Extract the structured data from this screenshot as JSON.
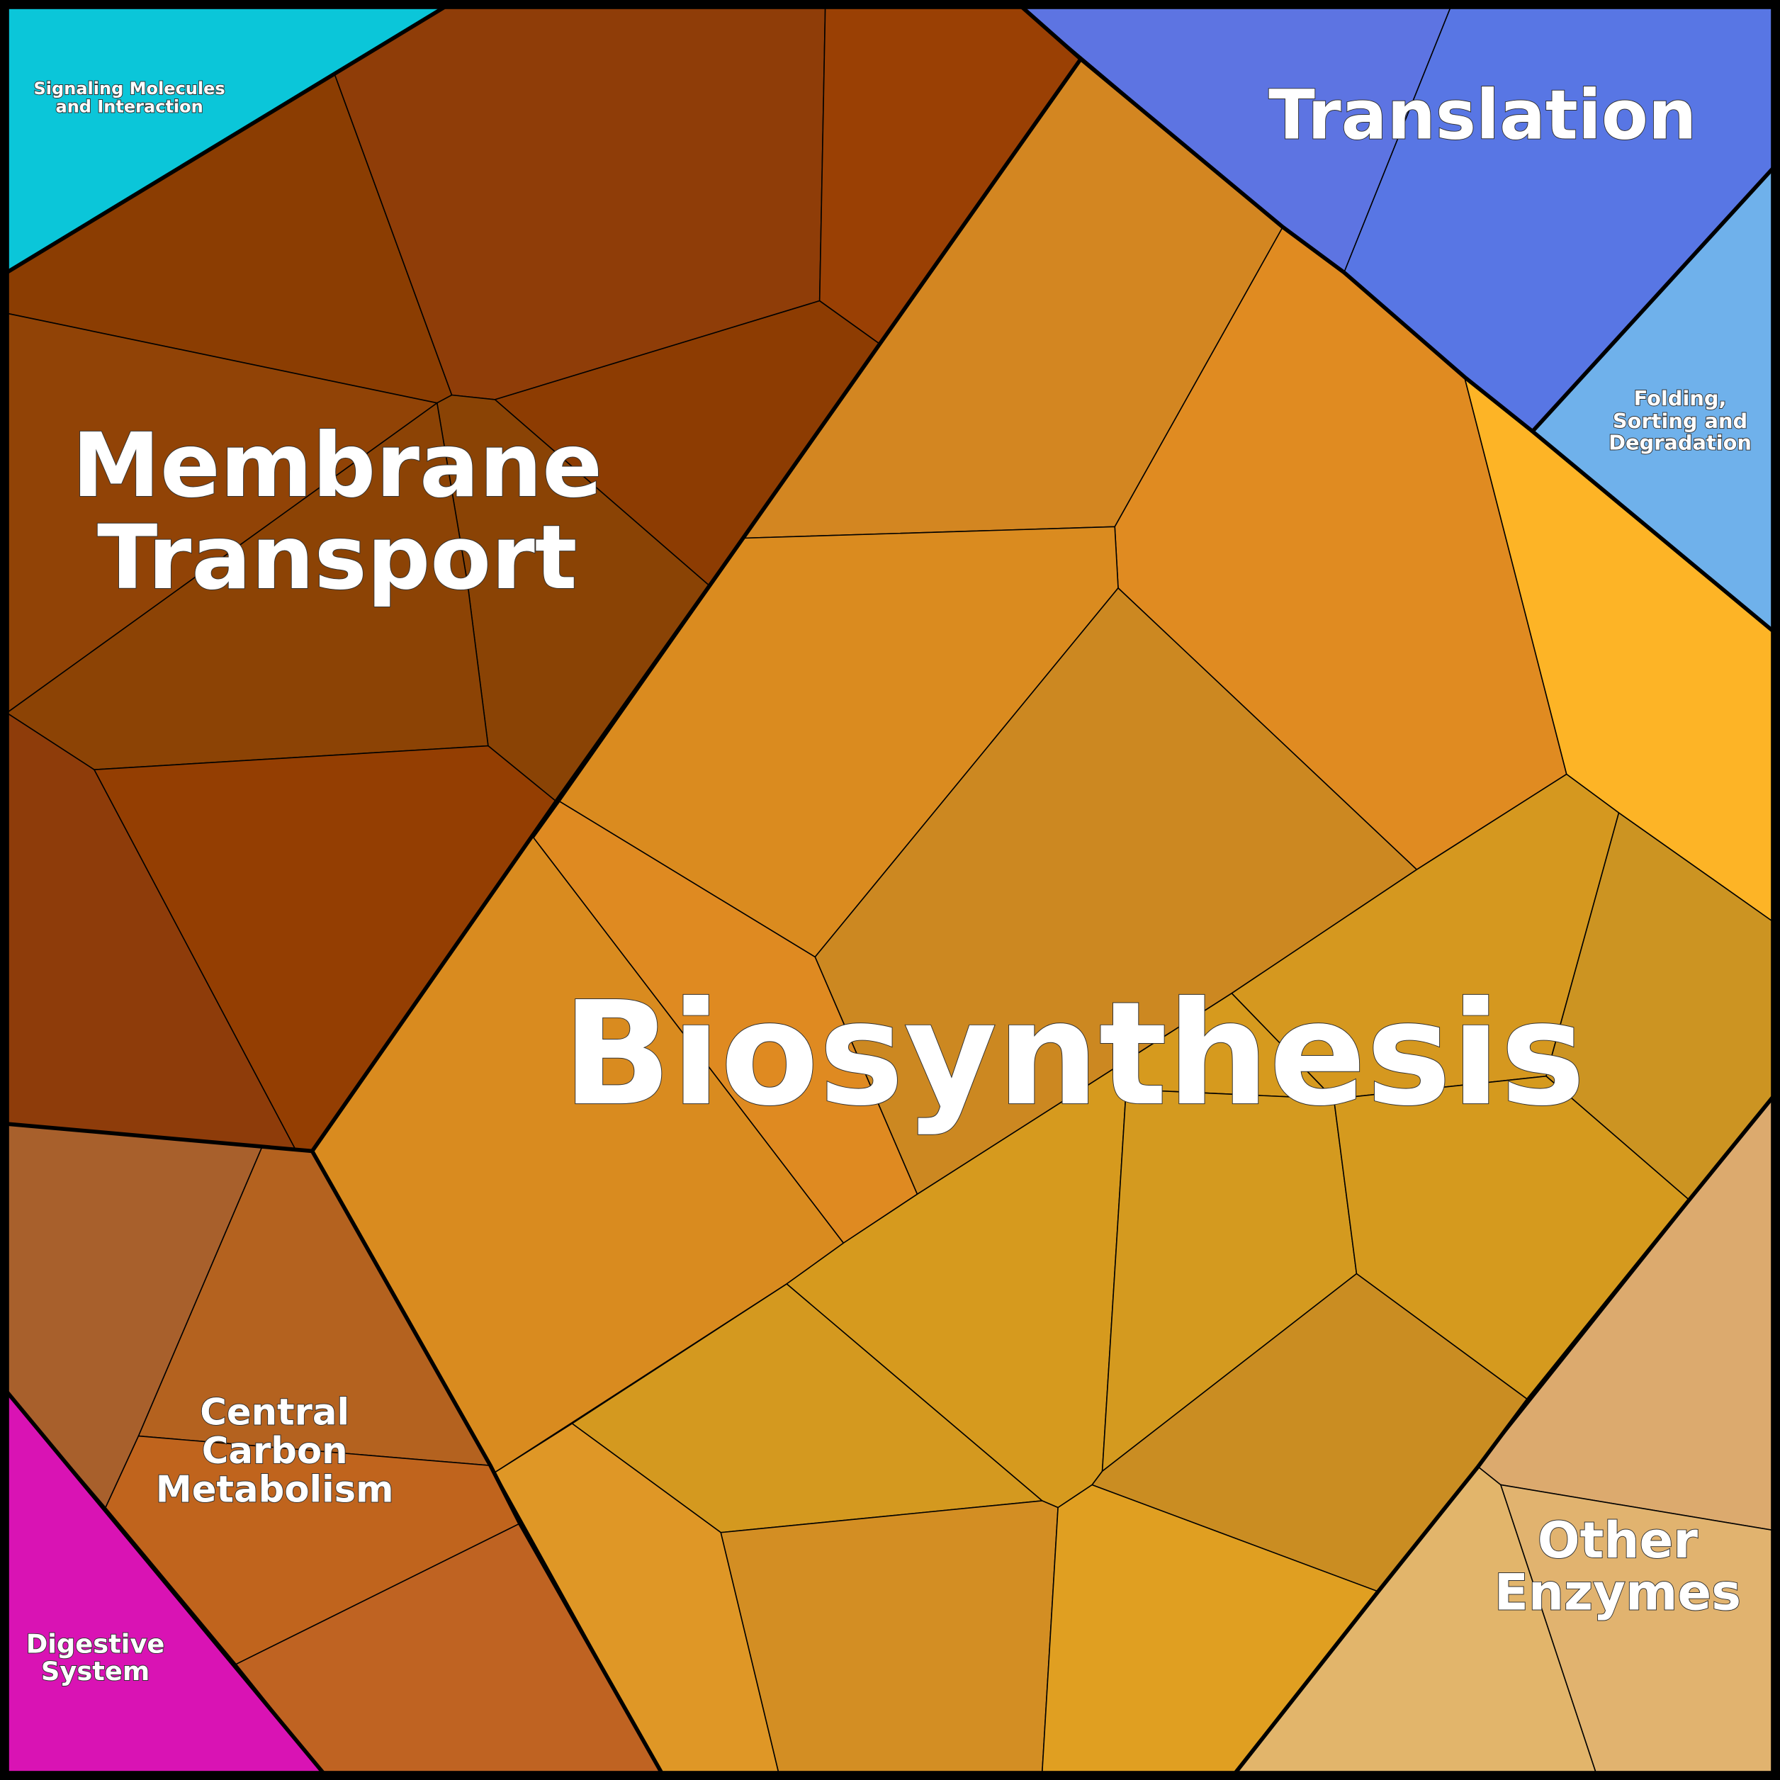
{
  "chart_data": {
    "type": "voronoi-treemap",
    "title": "",
    "groups": [
      {
        "name": "Biosynthesis",
        "color": "#d98a20",
        "relative_area": "largest"
      },
      {
        "name": "Membrane Transport",
        "color": "#8b3f03",
        "relative_area": "large"
      },
      {
        "name": "Central Carbon Metabolism",
        "color": "#b56020"
      },
      {
        "name": "Translation",
        "color": "#5b74e3"
      },
      {
        "name": "Folding, Sorting and Degradation",
        "color": "#6fb0eb"
      },
      {
        "name": "Other Enzymes",
        "color": "#e0b26d"
      },
      {
        "name": "Signaling Molecules and Interaction",
        "color": "#0bc6d9"
      },
      {
        "name": "Digestive System",
        "color": "#d913b4"
      }
    ]
  },
  "labels": {
    "biosynthesis": "Biosynthesis",
    "membrane_1": "Membrane",
    "membrane_2": "Transport",
    "ccm_1": "Central",
    "ccm_2": "Carbon",
    "ccm_3": "Metabolism",
    "translation": "Translation",
    "folding_1": "Folding,",
    "folding_2": "Sorting and",
    "folding_3": "Degradation",
    "other_1": "Other",
    "other_2": "Enzymes",
    "signaling_1": "Signaling Molecules",
    "signaling_2": "and Interaction",
    "digestive_1": "Digestive",
    "digestive_2": "System"
  }
}
